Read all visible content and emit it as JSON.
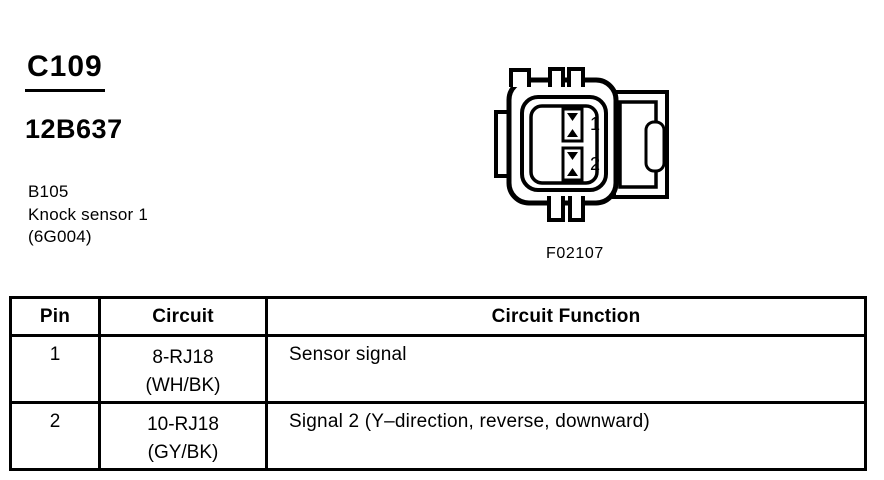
{
  "page": {
    "title": "C109",
    "part_number": "12B637"
  },
  "component": {
    "id": "B105",
    "name": "Knock sensor 1",
    "code": "(6G004)"
  },
  "figure": {
    "label": "F02107"
  },
  "diagram": {
    "pin_labels": [
      "1",
      "2"
    ]
  },
  "table": {
    "headers": [
      "Pin",
      "Circuit",
      "Circuit Function"
    ],
    "rows": [
      {
        "pin": "1",
        "circuit": "8-RJ18",
        "circuit_color": "(WH/BK)",
        "function": "Sensor signal"
      },
      {
        "pin": "2",
        "circuit": "10-RJ18",
        "circuit_color": "(GY/BK)",
        "function": "Signal 2 (Y–direction, reverse, downward)"
      }
    ]
  },
  "colors": {
    "ink": "#000000",
    "paper": "#ffffff"
  }
}
